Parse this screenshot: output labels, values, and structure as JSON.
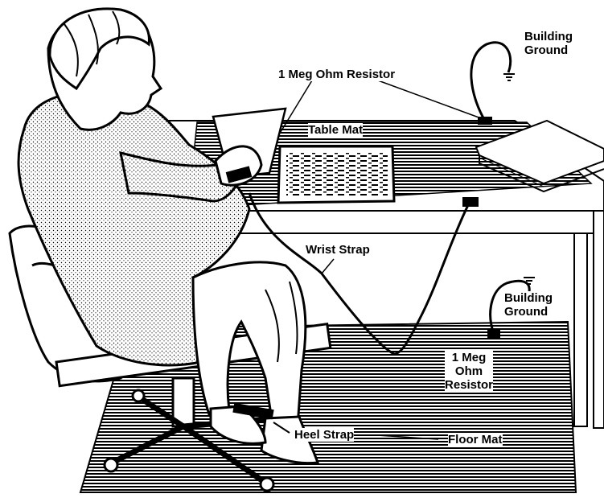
{
  "labels": {
    "building_ground_top": [
      "Building",
      "Ground"
    ],
    "meg_ohm_resistor_top": "1 Meg Ohm Resistor",
    "table_mat": "Table Mat",
    "wrist_strap": "Wrist Strap",
    "building_ground_bottom": [
      "Building",
      "Ground"
    ],
    "meg_ohm_resistor_bottom": [
      "1 Meg",
      "Ohm",
      "Resistor"
    ],
    "heel_strap": "Heel Strap",
    "floor_mat": "Floor Mat"
  },
  "colors": {
    "ink": "#000000",
    "paper": "#ffffff"
  }
}
